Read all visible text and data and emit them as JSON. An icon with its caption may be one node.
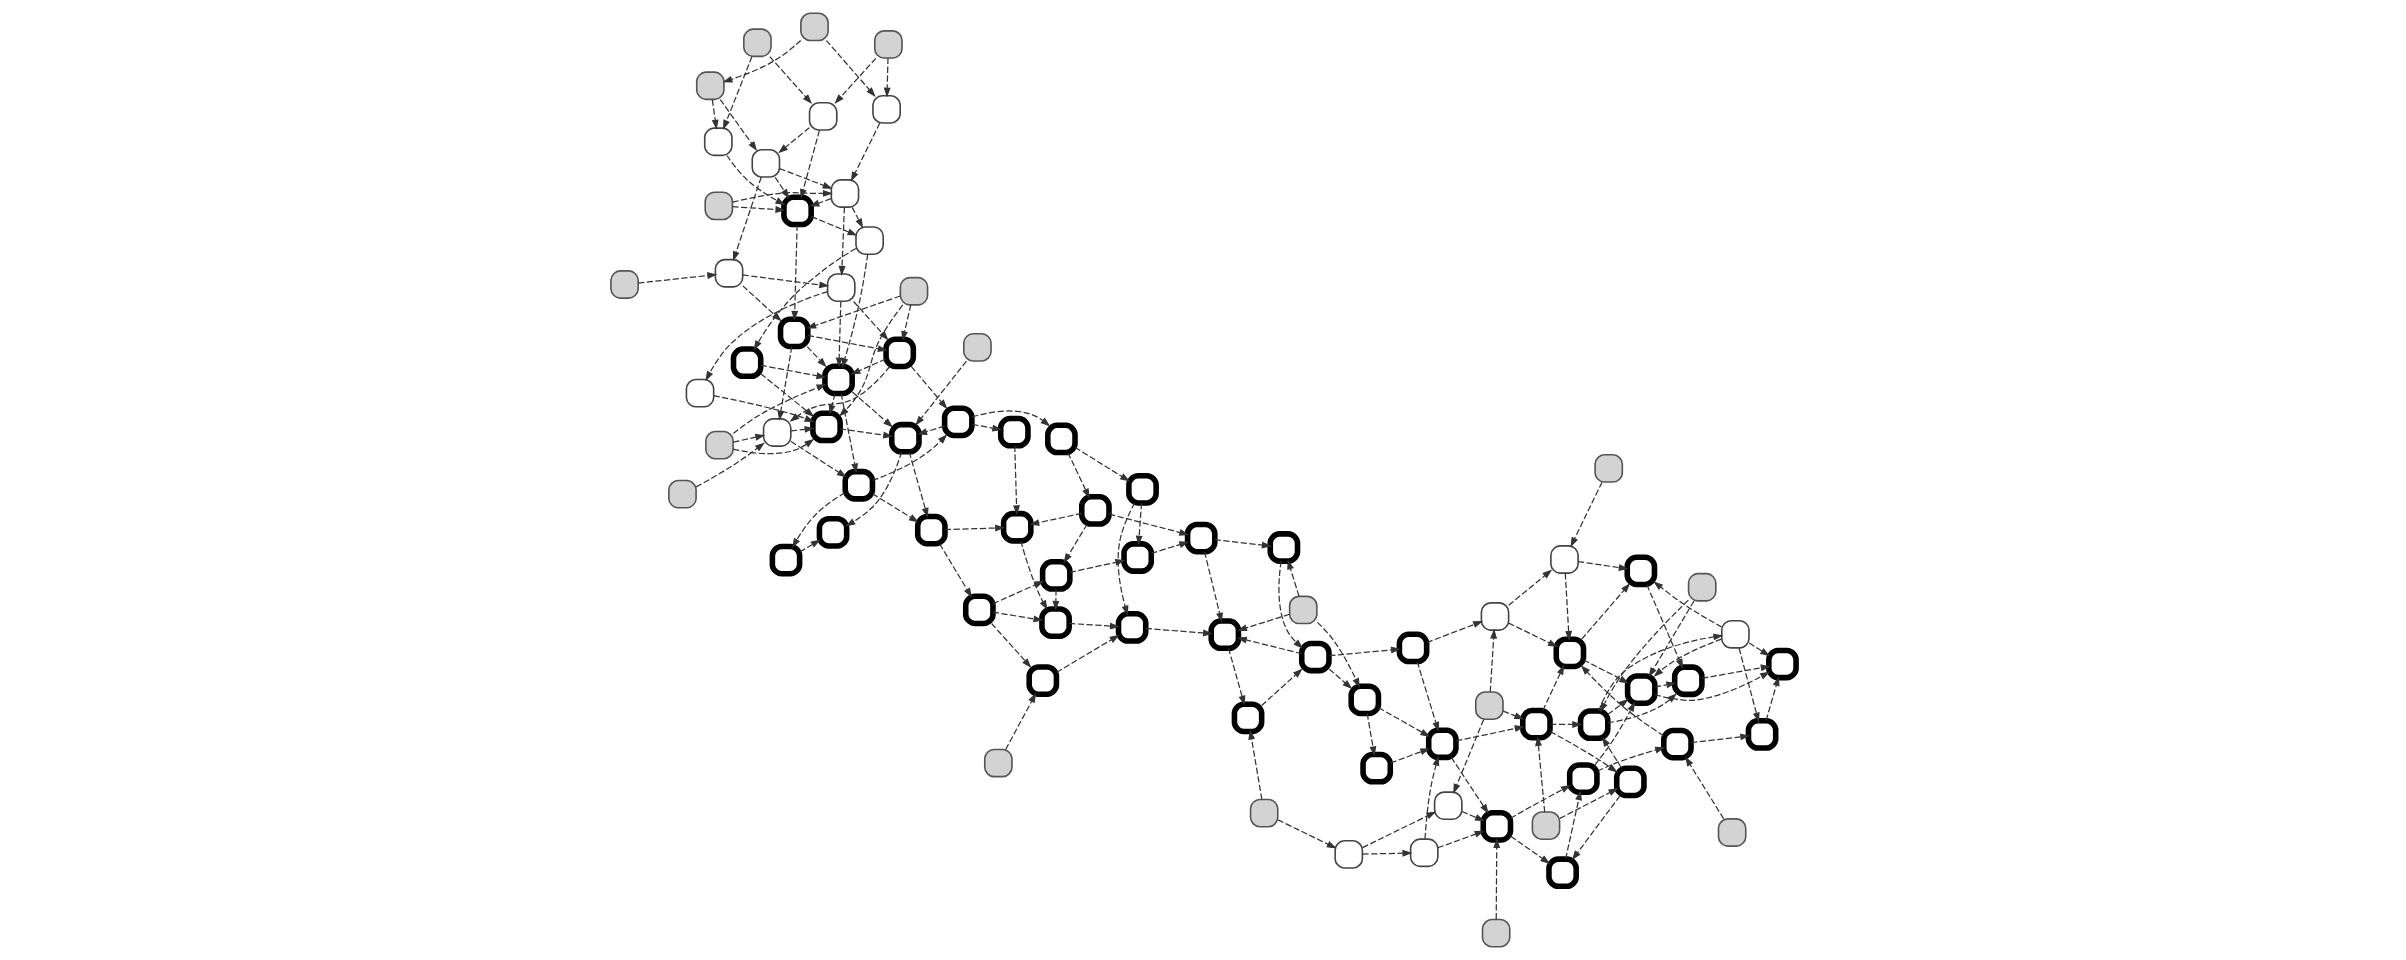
{
  "diagram": {
    "nodes": [
      {
        "text": [],
        "shape": "box"
      },
      {
        "text": [],
        "shape": "box"
      },
      {
        "text": [],
        "shape": "box"
      },
      {
        "text": [],
        "shape": "box"
      },
      {
        "text": [],
        "shape": "box"
      },
      {
        "text": [],
        "shape": "box"
      },
      {
        "text": [],
        "shape": "box"
      },
      {
        "text": [],
        "shape": "box"
      },
      {
        "text": [],
        "shape": "box"
      },
      {
        "text": [],
        "shape": "box"
      },
      {
        "text": [],
        "shape": "box"
      },
      {
        "text": [],
        "shape": "box"
      },
      {
        "text": [],
        "shape": "box"
      },
      {
        "text": [],
        "shape": "box"
      },
      {
        "text": [],
        "shape": "box"
      },
      {
        "text": [],
        "shape": "box"
      },
      {
        "text": [],
        "shape": "box"
      },
      {
        "text": [],
        "shape": "box"
      },
      {
        "text": [],
        "shape": "box"
      },
      {
        "text": [],
        "shape": "box"
      },
      {
        "text": [],
        "shape": "box"
      },
      {
        "text": [],
        "shape": "box"
      },
      {
        "text": [],
        "shape": "box"
      },
      {
        "text": [],
        "shape": "box"
      },
      {
        "text": [],
        "shape": "box"
      },
      {
        "text": [],
        "shape": "box"
      },
      {
        "text": [],
        "shape": "box"
      },
      {
        "text": [],
        "shape": "box"
      },
      {
        "text": [],
        "shape": "box"
      },
      {
        "text": [],
        "shape": "box"
      },
      {
        "text": [],
        "shape": "box"
      },
      {
        "text": [],
        "shape": "box"
      },
      {
        "text": [],
        "shape": "box"
      },
      {
        "text": [],
        "shape": "box"
      },
      {
        "text": [],
        "shape": "box"
      },
      {
        "text": [],
        "shape": "box"
      },
      {
        "text": [],
        "shape": "box"
      },
      {
        "text": [],
        "shape": "box"
      },
      {
        "text": [],
        "shape": "box"
      },
      {
        "text": [],
        "shape": "box"
      },
      {
        "text": [],
        "shape": "box"
      },
      {
        "text": [],
        "shape": "box"
      },
      {
        "text": [],
        "shape": "box"
      },
      {
        "text": [],
        "shape": "box"
      },
      {
        "text": [],
        "shape": "box"
      },
      {
        "text": [],
        "shape": "box"
      },
      {
        "text": [],
        "shape": "box"
      },
      {
        "text": [],
        "shape": "box"
      },
      {
        "text": [],
        "shape": "box"
      },
      {
        "text": [],
        "shape": "box"
      },
      {
        "text": [],
        "shape": "box"
      },
      {
        "text": [],
        "shape": "box"
      },
      {
        "text": [],
        "shape": "box"
      },
      {
        "text": [],
        "shape": "box"
      },
      {
        "text": [],
        "shape": "box"
      },
      {
        "text": [],
        "shape": "box"
      },
      {
        "text": [],
        "shape": "box"
      },
      {
        "text": [],
        "shape": "box"
      },
      {
        "text": [],
        "shape": "box"
      },
      {
        "text": [],
        "shape": "box"
      },
      {
        "text": [],
        "shape": "box"
      },
      {
        "text": [],
        "shape": "box"
      },
      {
        "text": [],
        "shape": "box"
      },
      {
        "text": [],
        "shape": "box"
      },
      {
        "text": [],
        "shape": "box"
      },
      {
        "text": [],
        "shape": "box"
      },
      {
        "text": [],
        "shape": "box"
      },
      {
        "text": [],
        "shape": "box"
      },
      {
        "text": [],
        "shape": "box"
      },
      {
        "text": [],
        "shape": "box"
      },
      {
        "text": [],
        "shape": "box"
      },
      {
        "text": [],
        "shape": "box"
      },
      {
        "text": [],
        "shape": "box"
      },
      {
        "text": [],
        "shape": "box"
      },
      {
        "text": [],
        "shape": "box"
      },
      {
        "text": [],
        "shape": "box"
      },
      {
        "text": [],
        "shape": "box"
      },
      {
        "text": [],
        "shape": "box"
      },
      {
        "text": [],
        "shape": "box"
      },
      {
        "text": [],
        "shape": "box"
      }
    ],
    "edges": [
      {
        "from": 0,
        "to": 3,
        "arrow": "to",
        "style": "dashed"
      },
      {
        "from": 2,
        "to": 1,
        "arrow": "to",
        "style": "dashed"
      },
      {
        "from": 2,
        "to": 5,
        "arrow": "to",
        "style": "dashed"
      },
      {
        "from": 5,
        "to": 1,
        "arrow": "to",
        "style": "dashed"
      },
      {
        "from": 3,
        "to": 7,
        "arrow": "to",
        "style": "dashed"
      },
      {
        "from": 7,
        "to": 12,
        "arrow": "to",
        "style": "dashed"
      },
      {
        "from": 13,
        "to": 7,
        "arrow": "to",
        "style": "dashed"
      },
      {
        "from": 13,
        "to": 12,
        "arrow": "to",
        "style": "dashed"
      },
      {
        "from": 24,
        "to": 12,
        "arrow": "to",
        "style": "dashed"
      },
      {
        "from": 33,
        "to": 12,
        "arrow": "to",
        "style": "dashed"
      },
      {
        "from": 13,
        "to": 24,
        "arrow": "to",
        "style": "dashed"
      },
      {
        "from": 13,
        "to": 34,
        "arrow": "to",
        "style": "dashed"
      },
      {
        "from": 24,
        "to": 33,
        "arrow": "to",
        "style": "dashed"
      },
      {
        "from": 34,
        "to": 33,
        "arrow": "to",
        "style": "dashed"
      },
      {
        "from": 25,
        "to": 34,
        "arrow": "to",
        "style": "dashed"
      },
      {
        "from": 32,
        "to": 34,
        "arrow": "to",
        "style": "dashed"
      },
      {
        "from": 25,
        "to": 24,
        "arrow": "to",
        "style": "dashed"
      },
      {
        "from": 14,
        "to": 24,
        "arrow": "to",
        "style": "dashed"
      },
      {
        "from": 8,
        "to": 24,
        "arrow": "to",
        "style": "dashed"
      },
      {
        "from": 4,
        "to": 24,
        "arrow": "to",
        "style": "dashed"
      },
      {
        "from": 8,
        "to": 33,
        "arrow": "to",
        "style": "dashed"
      },
      {
        "from": 4,
        "to": 8,
        "arrow": "to",
        "style": "dashed"
      },
      {
        "from": 1,
        "to": 8,
        "arrow": "to",
        "style": "dashed"
      },
      {
        "from": 1,
        "to": 9,
        "arrow": "to",
        "style": "dashed"
      },
      {
        "from": 5,
        "to": 8,
        "arrow": "to",
        "style": "dashed"
      },
      {
        "from": 5,
        "to": 25,
        "arrow": "to",
        "style": "dashed"
      },
      {
        "from": 14,
        "to": 3,
        "arrow": "to",
        "style": "dashed"
      },
      {
        "from": 3,
        "to": 25,
        "arrow": "to",
        "style": "dashed"
      },
      {
        "from": 9,
        "to": 14,
        "arrow": "to",
        "style": "dashed"
      },
      {
        "from": 26,
        "to": 9,
        "arrow": "to",
        "style": "dashed"
      },
      {
        "from": 26,
        "to": 14,
        "arrow": "to",
        "style": "dashed"
      },
      {
        "from": 8,
        "to": 13,
        "arrow": "to",
        "style": "dashed"
      },
      {
        "from": 35,
        "to": 25,
        "arrow": "to",
        "style": "dashed"
      },
      {
        "from": 32,
        "to": 25,
        "arrow": "to",
        "style": "dashed"
      },
      {
        "from": 39,
        "to": 32,
        "arrow": "to",
        "style": "dashed"
      },
      {
        "from": 35,
        "to": 32,
        "arrow": "to",
        "style": "dashed"
      },
      {
        "from": 31,
        "to": 35,
        "arrow": "to",
        "style": "dashed"
      },
      {
        "from": 15,
        "to": 35,
        "arrow": "to",
        "style": "dashed"
      },
      {
        "from": 31,
        "to": 5,
        "arrow": "to",
        "style": "dashed"
      },
      {
        "from": 31,
        "to": 36,
        "arrow": "to",
        "style": "dashed"
      },
      {
        "from": 36,
        "to": 26,
        "arrow": "to",
        "style": "dashed"
      },
      {
        "from": 6,
        "to": 10,
        "arrow": "to",
        "style": "dashed"
      },
      {
        "from": 6,
        "to": 16,
        "arrow": "to",
        "style": "dashed"
      },
      {
        "from": 17,
        "to": 6,
        "arrow": "to",
        "style": "dashed"
      },
      {
        "from": 23,
        "to": 6,
        "arrow": "to",
        "style": "dashed"
      },
      {
        "from": 18,
        "to": 17,
        "arrow": "to",
        "style": "dashed"
      },
      {
        "from": 17,
        "to": 15,
        "arrow": "to",
        "style": "dashed"
      },
      {
        "from": 15,
        "to": 16,
        "arrow": "to",
        "style": "dashed"
      },
      {
        "from": 29,
        "to": 17,
        "arrow": "to",
        "style": "dashed"
      },
      {
        "from": 17,
        "to": 37,
        "arrow": "to",
        "style": "dashed"
      },
      {
        "from": 28,
        "to": 11,
        "arrow": "to",
        "style": "dashed"
      },
      {
        "from": 11,
        "to": 26,
        "arrow": "to",
        "style": "dashed"
      },
      {
        "from": 11,
        "to": 16,
        "arrow": "to",
        "style": "dashed"
      },
      {
        "from": 16,
        "to": 26,
        "arrow": "to",
        "style": "dashed"
      },
      {
        "from": 27,
        "to": 26,
        "arrow": "to",
        "style": "dashed"
      },
      {
        "from": 28,
        "to": 36,
        "arrow": "to",
        "style": "dashed"
      },
      {
        "from": 30,
        "to": 28,
        "arrow": "to",
        "style": "dashed"
      },
      {
        "from": 16,
        "to": 5,
        "arrow": "to",
        "style": "dashed"
      },
      {
        "from": 10,
        "to": 16,
        "arrow": "to",
        "style": "dashed"
      },
      {
        "from": 20,
        "to": 19,
        "arrow": "to",
        "style": "dashed"
      },
      {
        "from": 19,
        "to": 21,
        "arrow": "to",
        "style": "dashed"
      },
      {
        "from": 44,
        "to": 19,
        "arrow": "to",
        "style": "dashed"
      },
      {
        "from": 41,
        "to": 21,
        "arrow": "to",
        "style": "dashed"
      },
      {
        "from": 21,
        "to": 29,
        "arrow": "to",
        "style": "dashed"
      },
      {
        "from": 23,
        "to": 29,
        "arrow": "to",
        "style": "dashed"
      },
      {
        "from": 21,
        "to": 37,
        "arrow": "to",
        "style": "dashed"
      },
      {
        "from": 23,
        "to": 37,
        "arrow": "to",
        "style": "dashed"
      },
      {
        "from": 37,
        "to": 18,
        "arrow": "to",
        "style": "dashed"
      },
      {
        "from": 30,
        "to": 18,
        "arrow": "to",
        "style": "dashed"
      },
      {
        "from": 20,
        "to": 22,
        "arrow": "to",
        "style": "dashed"
      },
      {
        "from": 41,
        "to": 20,
        "arrow": "to",
        "style": "dashed"
      },
      {
        "from": 43,
        "to": 20,
        "arrow": "to",
        "style": "dashed"
      },
      {
        "from": 43,
        "to": 22,
        "arrow": "to",
        "style": "dashed"
      },
      {
        "from": 46,
        "to": 22,
        "arrow": "to",
        "style": "dashed"
      },
      {
        "from": 22,
        "to": 38,
        "arrow": "to",
        "style": "dashed"
      },
      {
        "from": 43,
        "to": 40,
        "arrow": "to",
        "style": "dashed"
      },
      {
        "from": 50,
        "to": 40,
        "arrow": "to",
        "style": "dashed"
      },
      {
        "from": 40,
        "to": 38,
        "arrow": "to",
        "style": "dashed"
      },
      {
        "from": 44,
        "to": 38,
        "arrow": "to",
        "style": "dashed"
      },
      {
        "from": 38,
        "to": 37,
        "arrow": "to",
        "style": "dashed"
      },
      {
        "from": 42,
        "to": 44,
        "arrow": "to",
        "style": "dashed"
      },
      {
        "from": 51,
        "to": 52,
        "arrow": "to",
        "style": "dashed"
      },
      {
        "from": 53,
        "to": 51,
        "arrow": "to",
        "style": "dashed"
      },
      {
        "from": 58,
        "to": 53,
        "arrow": "to",
        "style": "dashed"
      },
      {
        "from": 56,
        "to": 53,
        "arrow": "to",
        "style": "dashed"
      },
      {
        "from": 42,
        "to": 41,
        "arrow": "to",
        "style": "dashed"
      },
      {
        "from": 54,
        "to": 42,
        "arrow": "to",
        "style": "dashed"
      },
      {
        "from": 41,
        "to": 46,
        "arrow": "to",
        "style": "dashed"
      },
      {
        "from": 48,
        "to": 52,
        "arrow": "to",
        "style": "dashed"
      },
      {
        "from": 47,
        "to": 43,
        "arrow": "to",
        "style": "dashed"
      },
      {
        "from": 54,
        "to": 45,
        "arrow": "to",
        "style": "dashed"
      },
      {
        "from": 45,
        "to": 46,
        "arrow": "to",
        "style": "dashed"
      },
      {
        "from": 47,
        "to": 46,
        "arrow": "to",
        "style": "dashed"
      },
      {
        "from": 48,
        "to": 47,
        "arrow": "to",
        "style": "dashed"
      },
      {
        "from": 49,
        "to": 48,
        "arrow": "to",
        "style": "dashed"
      },
      {
        "from": 53,
        "to": 47,
        "arrow": "to",
        "style": "dashed"
      },
      {
        "from": 53,
        "to": 54,
        "arrow": "to",
        "style": "dashed"
      },
      {
        "from": 54,
        "to": 48,
        "arrow": "to",
        "style": "dashed"
      },
      {
        "from": 56,
        "to": 48,
        "arrow": "to",
        "style": "dashed"
      },
      {
        "from": 55,
        "to": 48,
        "arrow": "to",
        "style": "dashed"
      },
      {
        "from": 56,
        "to": 55,
        "arrow": "to",
        "style": "dashed"
      },
      {
        "from": 66,
        "to": 55,
        "arrow": "to",
        "style": "dashed"
      },
      {
        "from": 57,
        "to": 54,
        "arrow": "to",
        "style": "dashed"
      },
      {
        "from": 63,
        "to": 55,
        "arrow": "to",
        "style": "dashed"
      },
      {
        "from": 60,
        "to": 59,
        "arrow": "to",
        "style": "dashed"
      },
      {
        "from": 59,
        "to": 55,
        "arrow": "to",
        "style": "dashed"
      },
      {
        "from": 61,
        "to": 58,
        "arrow": "to",
        "style": "dashed"
      },
      {
        "from": 57,
        "to": 58,
        "arrow": "to",
        "style": "dashed"
      },
      {
        "from": 62,
        "to": 58,
        "arrow": "to",
        "style": "dashed"
      },
      {
        "from": 64,
        "to": 58,
        "arrow": "to",
        "style": "dashed"
      },
      {
        "from": 58,
        "to": 55,
        "arrow": "to",
        "style": "dashed"
      },
      {
        "from": 76,
        "to": 60,
        "arrow": "to",
        "style": "dashed"
      },
      {
        "from": 71,
        "to": 60,
        "arrow": "to",
        "style": "dashed"
      },
      {
        "from": 57,
        "to": 56,
        "arrow": "to",
        "style": "dashed"
      },
      {
        "from": 60,
        "to": 56,
        "arrow": "to",
        "style": "dashed"
      },
      {
        "from": 62,
        "to": 56,
        "arrow": "to",
        "style": "dashed"
      },
      {
        "from": 60,
        "to": 57,
        "arrow": "to",
        "style": "dashed"
      },
      {
        "from": 63,
        "to": 57,
        "arrow": "to",
        "style": "dashed"
      },
      {
        "from": 64,
        "to": 57,
        "arrow": "to",
        "style": "dashed"
      },
      {
        "from": 64,
        "to": 56,
        "arrow": "to",
        "style": "dashed"
      },
      {
        "from": 65,
        "to": 56,
        "arrow": "to",
        "style": "dashed"
      },
      {
        "from": 66,
        "to": 56,
        "arrow": "to",
        "style": "dashed"
      },
      {
        "from": 65,
        "to": 66,
        "arrow": "to",
        "style": "dashed"
      },
      {
        "from": 62,
        "to": 55,
        "arrow": "to",
        "style": "dashed"
      },
      {
        "from": 63,
        "to": 64,
        "arrow": "to",
        "style": "dashed"
      },
      {
        "from": 67,
        "to": 64,
        "arrow": "to",
        "style": "dashed"
      },
      {
        "from": 67,
        "to": 65,
        "arrow": "to",
        "style": "dashed"
      },
      {
        "from": 76,
        "to": 64,
        "arrow": "to",
        "style": "dashed"
      },
      {
        "from": 71,
        "to": 65,
        "arrow": "to",
        "style": "dashed"
      },
      {
        "from": 71,
        "to": 67,
        "arrow": "to",
        "style": "dashed"
      },
      {
        "from": 68,
        "to": 67,
        "arrow": "to",
        "style": "dashed"
      },
      {
        "from": 70,
        "to": 67,
        "arrow": "to",
        "style": "dashed"
      },
      {
        "from": 72,
        "to": 67,
        "arrow": "to",
        "style": "dashed"
      },
      {
        "from": 79,
        "to": 67,
        "arrow": "to",
        "style": "dashed"
      },
      {
        "from": 72,
        "to": 71,
        "arrow": "to",
        "style": "dashed"
      },
      {
        "from": 77,
        "to": 71,
        "arrow": "to",
        "style": "dashed"
      },
      {
        "from": 79,
        "to": 71,
        "arrow": "to",
        "style": "dashed"
      },
      {
        "from": 72,
        "to": 76,
        "arrow": "to",
        "style": "dashed"
      },
      {
        "from": 69,
        "to": 70,
        "arrow": "to",
        "style": "dashed"
      },
      {
        "from": 69,
        "to": 77,
        "arrow": "to",
        "style": "dashed"
      },
      {
        "from": 73,
        "to": 68,
        "arrow": "to",
        "style": "dashed"
      },
      {
        "from": 75,
        "to": 68,
        "arrow": "to",
        "style": "dashed"
      },
      {
        "from": 73,
        "to": 70,
        "arrow": "to",
        "style": "dashed"
      },
      {
        "from": 70,
        "to": 72,
        "arrow": "to",
        "style": "dashed"
      },
      {
        "from": 75,
        "to": 72,
        "arrow": "to",
        "style": "dashed"
      },
      {
        "from": 74,
        "to": 76,
        "arrow": "to",
        "style": "dashed"
      },
      {
        "from": 78,
        "to": 77,
        "arrow": "to",
        "style": "dashed"
      },
      {
        "from": 78,
        "to": 75,
        "arrow": "to",
        "style": "dashed"
      }
    ]
  }
}
